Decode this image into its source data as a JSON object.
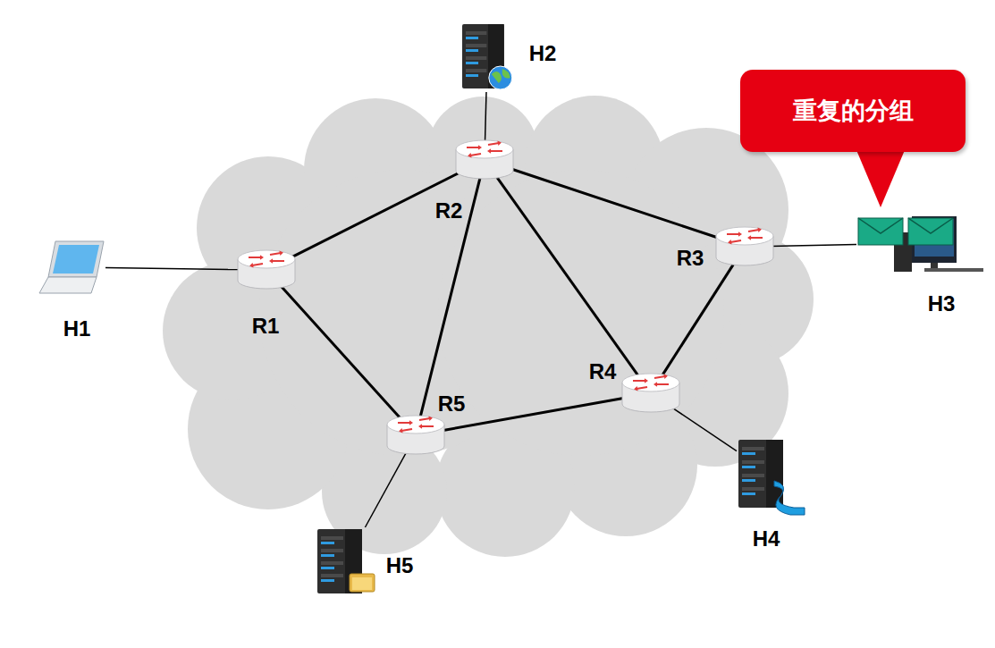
{
  "diagram": {
    "nodes": [
      {
        "text": [
          "H2"
        ]
      },
      {
        "text": [
          "重复的分组"
        ]
      },
      {
        "text": [
          "R2"
        ]
      },
      {
        "text": [
          "R3"
        ]
      },
      {
        "text": [
          "H3"
        ]
      },
      {
        "text": [
          "R1"
        ]
      },
      {
        "text": [
          "H1"
        ]
      },
      {
        "text": [
          "R4"
        ]
      },
      {
        "text": [
          "R5"
        ]
      },
      {
        "text": [
          "H4"
        ]
      },
      {
        "text": [
          "H5"
        ]
      }
    ],
    "edges": [
      {
        "from": 0,
        "to": 2,
        "arrow": "none"
      },
      {
        "from": 5,
        "to": 2,
        "arrow": "none"
      },
      {
        "from": 2,
        "to": 3,
        "arrow": "none"
      },
      {
        "from": 2,
        "to": 7,
        "arrow": "none"
      },
      {
        "from": 2,
        "to": 8,
        "arrow": "none"
      },
      {
        "from": 3,
        "to": 4,
        "arrow": "none"
      },
      {
        "from": 6,
        "to": 5,
        "arrow": "none"
      },
      {
        "from": 5,
        "to": 8,
        "arrow": "none"
      },
      {
        "from": 3,
        "to": 7,
        "arrow": "none"
      },
      {
        "from": 8,
        "to": 7,
        "arrow": "none"
      },
      {
        "from": 7,
        "to": 9,
        "arrow": "none"
      },
      {
        "from": 8,
        "to": 10,
        "arrow": "none"
      }
    ]
  }
}
